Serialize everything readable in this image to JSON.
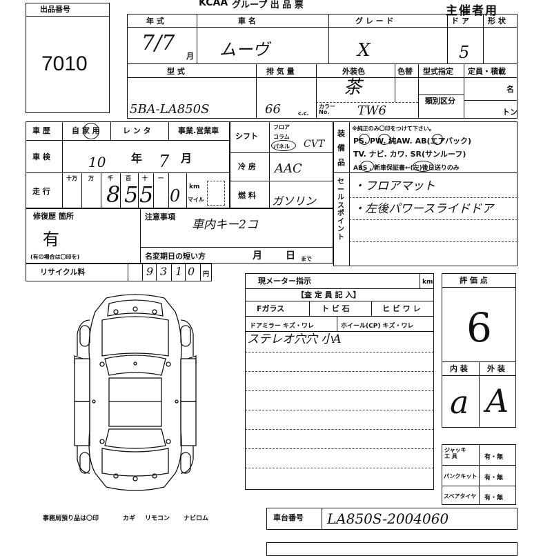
{
  "header": {
    "org": "KCAA",
    "title_rest": "グループ 出 品 票",
    "organizer_use": "主催者用"
  },
  "lot": {
    "label": "出品番号",
    "number": "7010"
  },
  "labels": {
    "year": "年 式",
    "car_name": "車 名",
    "grade": "グ レ ー ド",
    "door": "ド ア",
    "body_type": "形 状",
    "model": "型 式",
    "displacement": "排 気 量",
    "exterior_color": "外装色",
    "color_change": "色替",
    "type_designation": "型式指定",
    "capacity": "定員・積載",
    "category_code": "類別区分",
    "persons_unit": "名",
    "ton_unit": "トン",
    "cc_unit": "c.c.",
    "month_unit": "月",
    "color_code": "カラー\nNo.",
    "history": "車 歴",
    "history_private": "自 家 用",
    "history_rental": "レ ン タ",
    "history_business": "事業.営業車",
    "shaken": "車 検",
    "shaken_year": "年",
    "shaken_month": "月",
    "mileage": "走 行",
    "digit_labels": [
      "十万",
      "万",
      "千",
      "百",
      "十",
      "一"
    ],
    "km": "km",
    "mile": "マイル",
    "shift": "シフト",
    "shift_floor": "フロア",
    "shift_column": "コラム",
    "shift_panel": "パネル",
    "aircon": "冷 房",
    "fuel": "燃 料",
    "equipment": "装\n備\n品",
    "equipment_note": "※純正のみ〇印をつけて下さい。",
    "equipment_line1": "PS. PW. 純AW. AB(エアバック)",
    "equipment_line2": "TV. ナビ. カワ. SR(サンルーフ)",
    "equipment_line3": "ABS . 新車保証書←(左)後日送りのみ",
    "sales_point": "セールスポイント",
    "repair_history": "修復歴 箇所",
    "repair_note": "(有の場合は〇印を)",
    "notes": "注意事項",
    "name_change": "名変期日の短い方",
    "name_change_month": "月",
    "name_change_day": "日",
    "name_change_until": "まで",
    "recycle": "リサイクル料",
    "yen": "円",
    "current_meter": "現メーター指示",
    "inspector_entry": "【査 定 員 記 入】",
    "f_glass": "Fガラス",
    "chip": "ト ビ 石",
    "crack": "ヒ ビ ワ レ",
    "door_mirror": "ドアミラー キズ・ワレ",
    "wheel": "ホイール(CP) キズ・ワレ",
    "rating": "評 価 点",
    "interior": "内 装",
    "exterior": "外 装",
    "jack": "ジャッキ\n工 具",
    "puncture_kit": "パンクキット",
    "spare_tire": "スペアタイヤ",
    "yes_no": "有・無",
    "office_items": "事務局預り品は〇印",
    "key": "カギ",
    "remote": "リモコン",
    "navi_rom": "ナビロム",
    "chassis_no": "車台番号"
  },
  "values": {
    "year": "7/7",
    "car_name": "ムーヴ",
    "grade": "X",
    "door": "5",
    "model": "5BA-LA850S",
    "displacement": "66",
    "exterior_color": "茶",
    "color_code": "TW6",
    "shaken_year": "10",
    "shaken_month": "7",
    "mileage_digits": [
      "",
      "",
      "8",
      "5",
      "5",
      "0"
    ],
    "shift": "CVT",
    "aircon": "AAC",
    "fuel": "ガソリン",
    "sales_point_1": "・フロアマット",
    "sales_point_2": "・左後パワースライドドア",
    "repair_history": "有",
    "notes": "車内キー2コ",
    "recycle_digits": [
      "",
      "",
      "9",
      "3",
      "1",
      "0"
    ],
    "damage_note": "ステレオ穴穴 小A",
    "rating": "6",
    "interior": "a",
    "exterior": "A",
    "chassis_no": "LA850S-2004060"
  }
}
